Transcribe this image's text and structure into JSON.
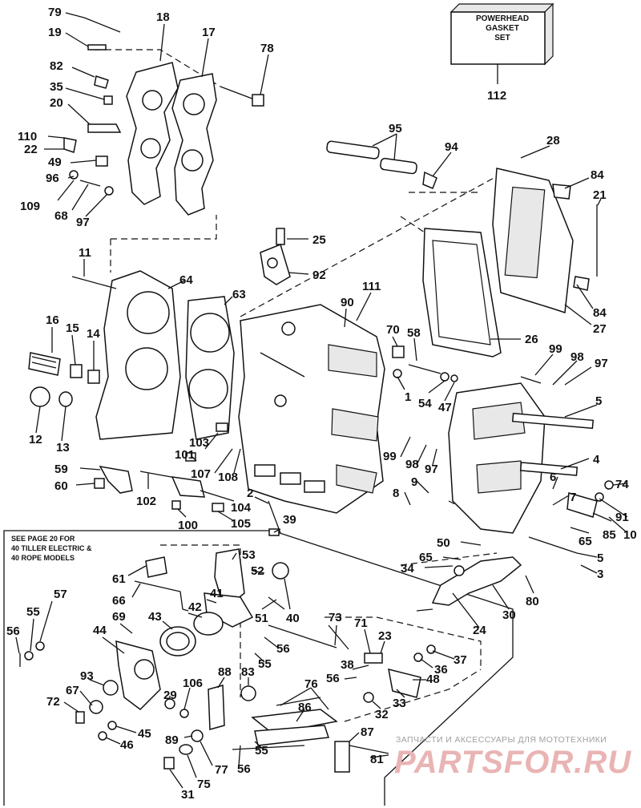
{
  "box": {
    "line1": "POWERHEAD",
    "line2": "GASKET",
    "line3": "SET"
  },
  "note": {
    "line1": "SEE PAGE 20 FOR",
    "line2": "40 TILLER ELECTRIC &",
    "line3": "40 ROPE MODELS"
  },
  "watermark": {
    "top": "ЗАПЧАСТИ И АКСЕССУАРЫ ДЛЯ МОТОТЕХНИКИ",
    "main": "PARTSFOR.RU"
  },
  "callouts": [
    "79",
    "18",
    "17",
    "19",
    "78",
    "82",
    "35",
    "20",
    "110",
    "22",
    "49",
    "96",
    "109",
    "68",
    "97",
    "112",
    "95",
    "94",
    "28",
    "84",
    "21",
    "84",
    "27",
    "25",
    "92",
    "11",
    "64",
    "63",
    "111",
    "90",
    "16",
    "15",
    "14",
    "12",
    "13",
    "70",
    "58",
    "26",
    "1",
    "99",
    "98",
    "97",
    "54",
    "47",
    "5",
    "103",
    "101",
    "107",
    "108",
    "59",
    "60",
    "102",
    "100",
    "104",
    "105",
    "2",
    "39",
    "99",
    "98",
    "97",
    "9",
    "8",
    "4",
    "6",
    "7",
    "74",
    "91",
    "85",
    "10",
    "65",
    "50",
    "65",
    "34",
    "5",
    "3",
    "80",
    "30",
    "24",
    "61",
    "53",
    "52",
    "66",
    "57",
    "55",
    "56",
    "44",
    "69",
    "43",
    "42",
    "41",
    "40",
    "51",
    "56",
    "55",
    "73",
    "71",
    "23",
    "38",
    "56",
    "37",
    "36",
    "48",
    "33",
    "32",
    "93",
    "67",
    "72",
    "45",
    "46",
    "29",
    "106",
    "88",
    "83",
    "76",
    "86",
    "89",
    "77",
    "75",
    "31",
    "87",
    "55",
    "56",
    "81"
  ]
}
